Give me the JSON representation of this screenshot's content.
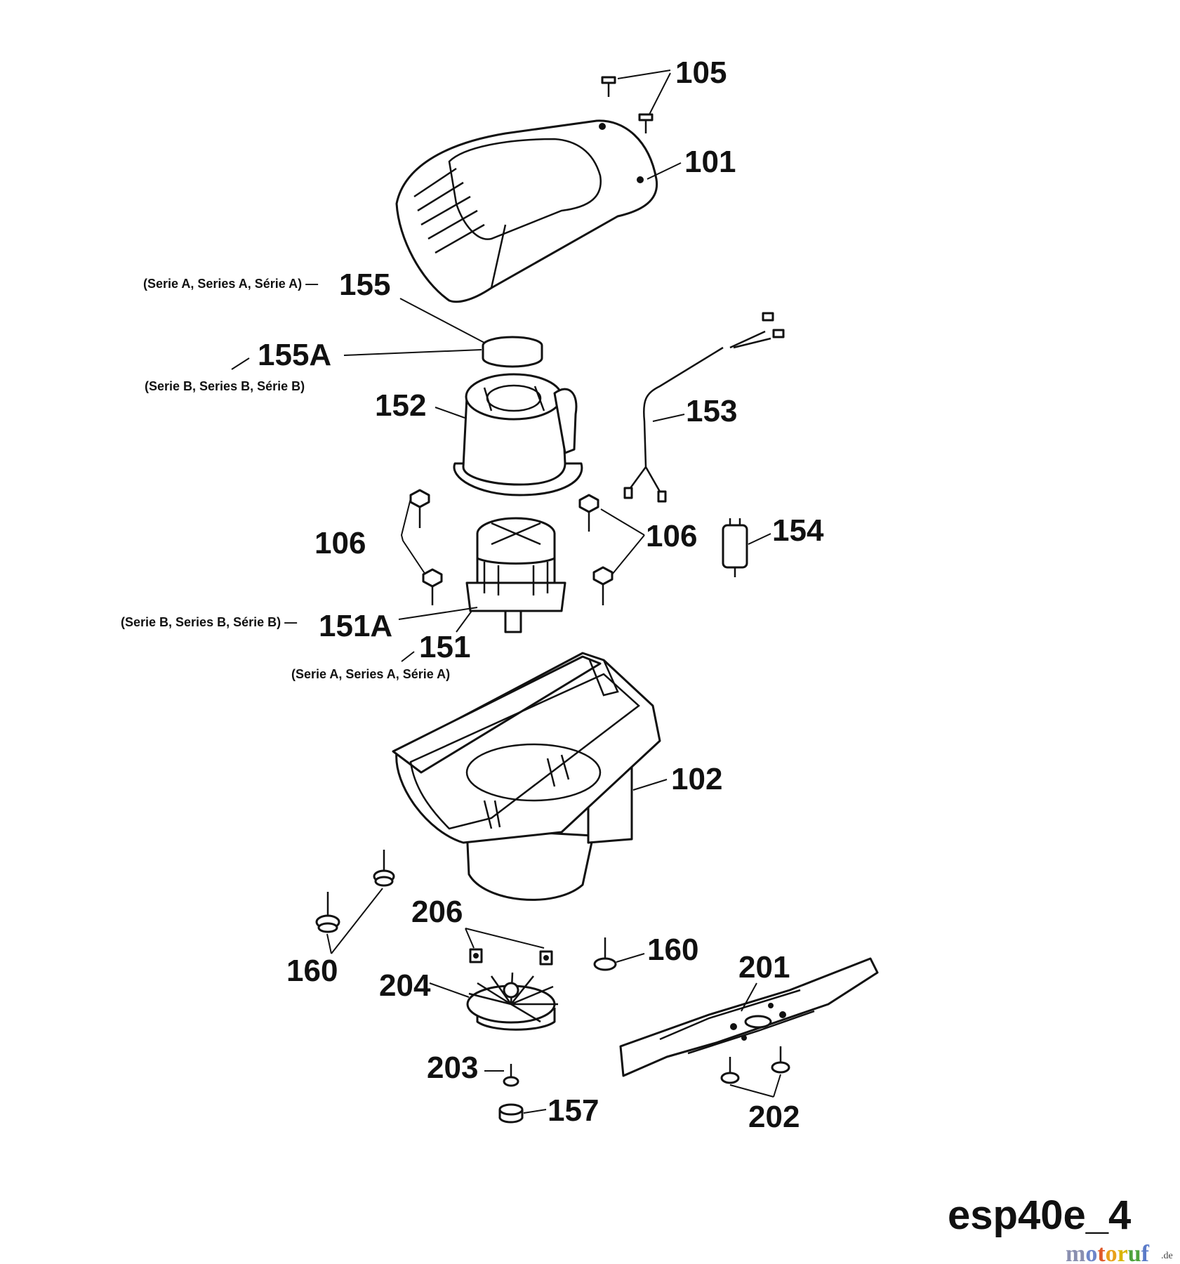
{
  "diagram_id": "esp40e_4",
  "watermark": {
    "letters": [
      "m",
      "o",
      "t",
      "o",
      "r",
      "u",
      "f"
    ],
    "colors": [
      "#8a8fb0",
      "#6f86c9",
      "#e05a2a",
      "#e8a11c",
      "#d8b400",
      "#4fa33c",
      "#5a7ac8"
    ],
    "suffix": ".de"
  },
  "labels": {
    "p105": "105",
    "p101": "101",
    "p155": "155",
    "p155_note": "(Serie A, Series A, Série A) —",
    "p155a": "155A",
    "p155a_note": "(Serie B, Series B, Série B)",
    "p152": "152",
    "p153": "153",
    "p106_left": "106",
    "p106_right": "106",
    "p154": "154",
    "p151a": "151A",
    "p151a_note": "(Serie B, Series B, Série B) —",
    "p151": "151",
    "p151_note": "(Serie A, Series A, Série A)",
    "p102": "102",
    "p206": "206",
    "p160_left": "160",
    "p160_right": "160",
    "p204": "204",
    "p201": "201",
    "p203": "203",
    "p157": "157",
    "p202": "202"
  }
}
